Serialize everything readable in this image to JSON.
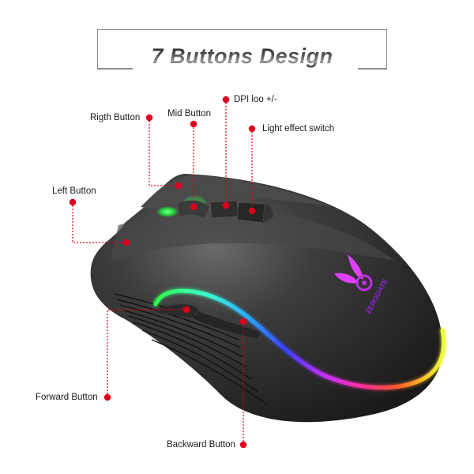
{
  "title": "7 Buttons Design",
  "brand_logo_text": "ZERODATE",
  "colors": {
    "accent_dot": "#e0001b",
    "frame_line": "#8a8a8a",
    "mouse_body": "#2b2b2b",
    "logo_magenta": "#e040fb",
    "logo_purple": "#8e24d6",
    "wheel_glow": "#39ff5a"
  },
  "callouts": [
    {
      "id": "right-button",
      "label": "Rigth Button"
    },
    {
      "id": "mid-button",
      "label": "Mid Button"
    },
    {
      "id": "dpi-button",
      "label": "DPI loo +/-"
    },
    {
      "id": "light-effect-switch",
      "label": "Light effect switch"
    },
    {
      "id": "left-button",
      "label": "Left Button"
    },
    {
      "id": "forward-button",
      "label": "Forward Button"
    },
    {
      "id": "backward-button",
      "label": "Backward Button"
    }
  ]
}
